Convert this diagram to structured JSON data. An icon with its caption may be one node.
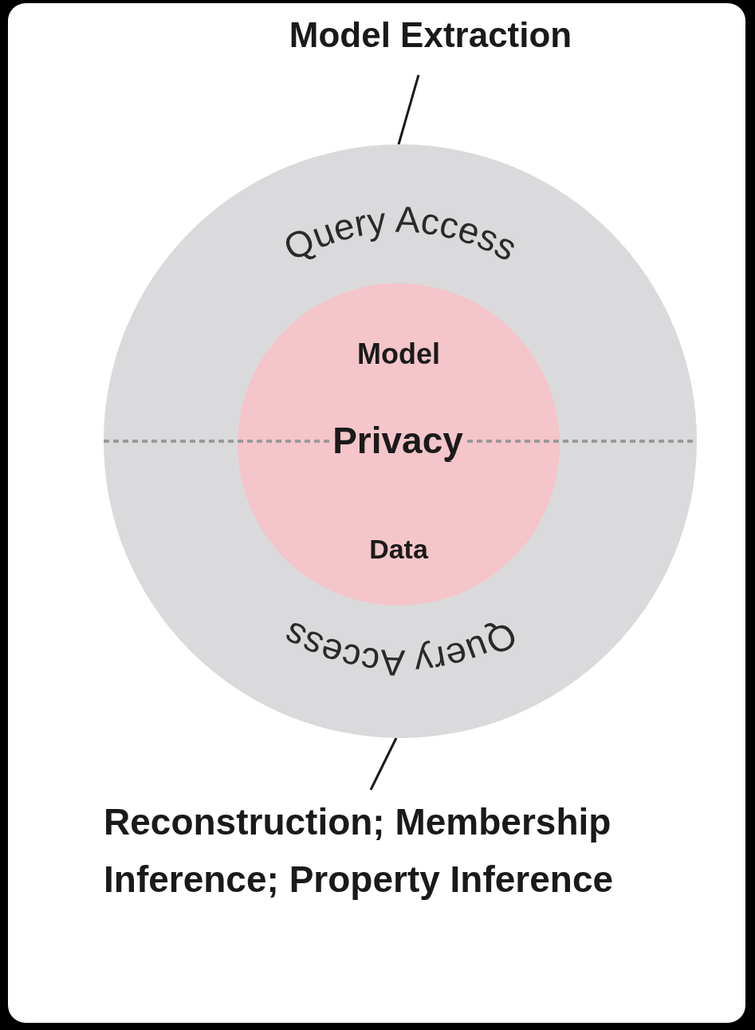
{
  "diagram": {
    "nodes": [
      {
        "text": [
          "Model Extraction"
        ]
      },
      {
        "text": [
          "Query Access",
          "Query Access"
        ]
      },
      {
        "text": [
          "Model",
          "Privacy",
          "Data"
        ],
        "in": 1
      },
      {
        "text": [
          "Reconstruction; Membership Inference; Property Inference"
        ]
      }
    ],
    "edges": [
      {
        "from": 0,
        "to": 1,
        "arrow": "none"
      },
      {
        "from": 3,
        "to": 1,
        "arrow": "none"
      }
    ]
  }
}
